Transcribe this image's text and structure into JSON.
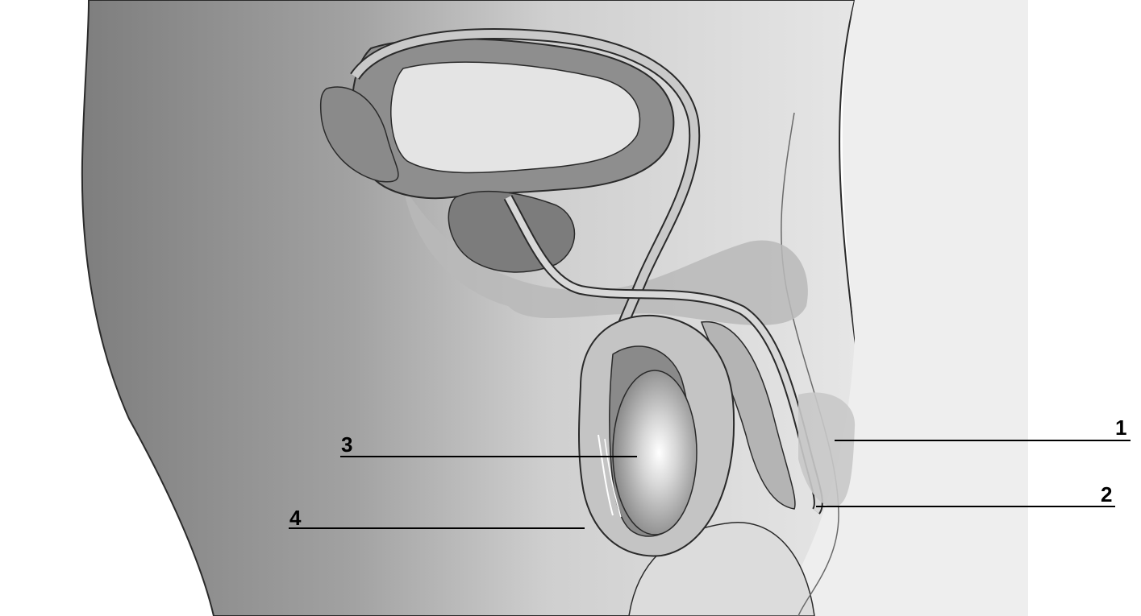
{
  "labels": {
    "l1": "1",
    "l2": "2",
    "l3": "3",
    "l4": "4"
  },
  "colors": {
    "background": "#ffffff",
    "body_dark": "#8a8a8a",
    "body_light": "#dadada",
    "organ_medium": "#b4b4b4",
    "organ_dark": "#7a7a7a",
    "outline": "#2a2a2a",
    "lines": "#000000"
  }
}
